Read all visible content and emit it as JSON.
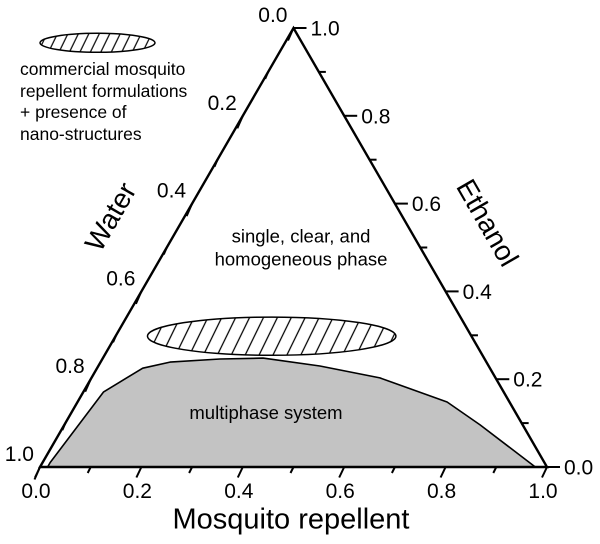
{
  "legend": {
    "symbol": "hatched-ellipse",
    "lines": [
      "commercial mosquito",
      "repellent formulations",
      "+ presence of",
      "nano-structures"
    ]
  },
  "axis_titles": {
    "left": "Water",
    "right": "Ethanol",
    "bottom": "Mosquito repellent"
  },
  "annotations": {
    "single_phase_line1": "single, clear, and",
    "single_phase_line2": "homogeneous phase",
    "multiphase": "multiphase system"
  },
  "colors": {
    "region_fill": "#c3c3c3",
    "line": "#000000",
    "background": "#ffffff"
  },
  "chart_data": {
    "type": "ternary",
    "components": [
      "Water",
      "Ethanol",
      "Mosquito repellent"
    ],
    "point_format": "[mosquito_repellent_fraction m, ethanol_fraction e]; water = 1 - m - e",
    "axes": {
      "left": {
        "label": "Water",
        "range": [
          0.0,
          1.0
        ],
        "major_tick_step": 0.2,
        "minor_tick_step": 0.1,
        "tick_labels": [
          "0.0",
          "0.2",
          "0.4",
          "0.6",
          "0.8",
          "1.0"
        ],
        "orientation": "0.0 at apex, 1.0 at bottom-left"
      },
      "right": {
        "label": "Ethanol",
        "range": [
          0.0,
          1.0
        ],
        "major_tick_step": 0.2,
        "minor_tick_step": 0.1,
        "tick_labels": [
          "1.0",
          "0.8",
          "0.6",
          "0.4",
          "0.2",
          "0.0"
        ],
        "orientation": "1.0 at apex, 0.0 at bottom-right"
      },
      "bottom": {
        "label": "Mosquito repellent",
        "range": [
          0.0,
          1.0
        ],
        "major_tick_step": 0.2,
        "minor_tick_step": 0.1,
        "tick_labels": [
          "0.0",
          "0.2",
          "0.4",
          "0.6",
          "0.8",
          "1.0"
        ],
        "orientation": "0.0 at bottom-left, 1.0 at bottom-right"
      }
    },
    "regions": [
      {
        "name": "multiphase system",
        "style": "filled",
        "fill": "#c3c3c3",
        "points": [
          [
            0.015,
            0.01
          ],
          [
            0.04,
            0.171
          ],
          [
            0.09,
            0.225
          ],
          [
            0.137,
            0.239
          ],
          [
            0.232,
            0.246
          ],
          [
            0.316,
            0.248
          ],
          [
            0.437,
            0.23
          ],
          [
            0.569,
            0.203
          ],
          [
            0.729,
            0.148
          ],
          [
            0.82,
            0.096
          ],
          [
            0.977,
            0.0
          ],
          [
            0.015,
            0.0
          ]
        ]
      },
      {
        "name": "commercial mosquito repellent formulations + presence of nano-structures",
        "style": "hatched-ellipse",
        "center": [
          0.308,
          0.298
        ],
        "radius_m": 0.245,
        "radius_e": 0.0435
      }
    ],
    "labels": [
      {
        "text": "single, clear, and homogeneous phase",
        "position_me": [
          0.263,
          0.5
        ]
      },
      {
        "text": "multiphase system",
        "position_me": [
          0.384,
          0.123
        ]
      }
    ],
    "grid": false,
    "legend_position": "top-left"
  }
}
